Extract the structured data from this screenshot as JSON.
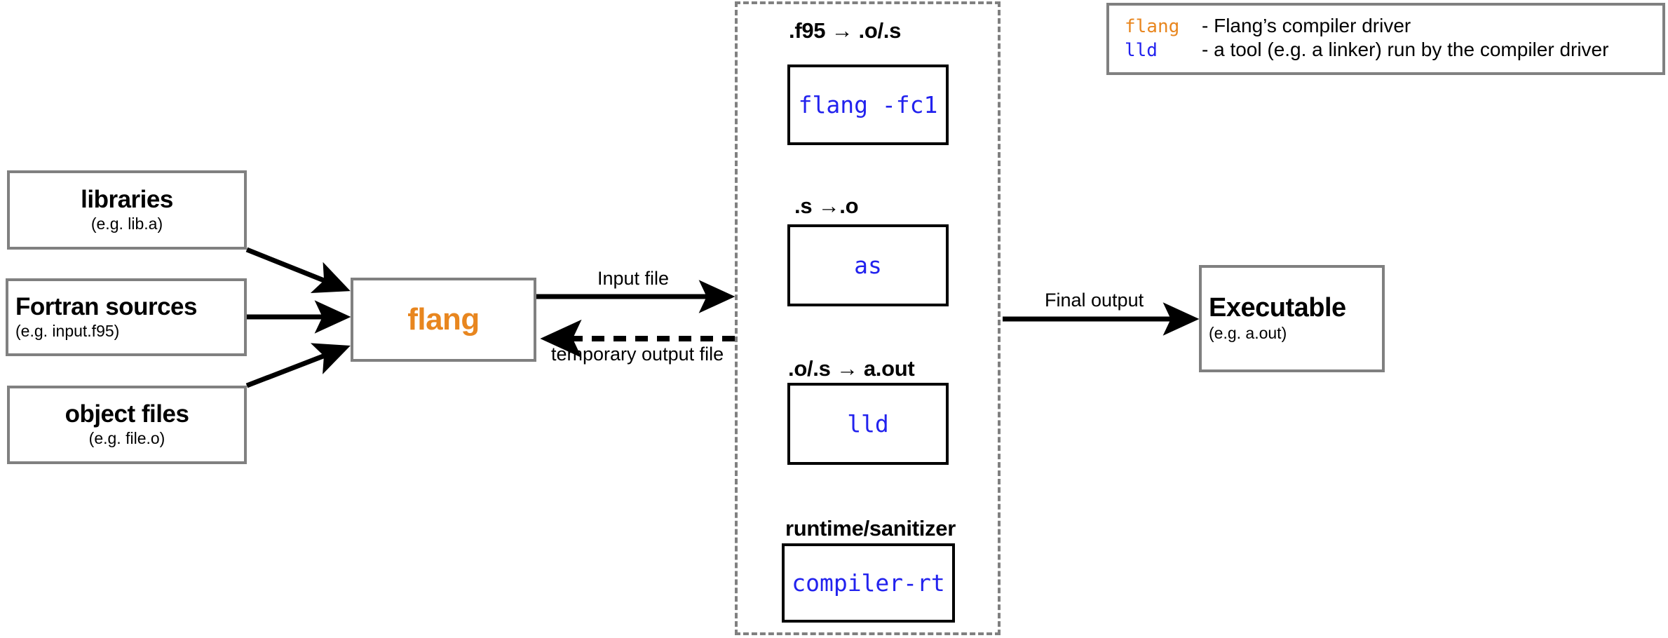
{
  "inputs": [
    {
      "name": "libraries",
      "title": "libraries",
      "sub": "(e.g. lib.a)",
      "align": "center"
    },
    {
      "name": "fortran-sources",
      "title": "Fortran sources",
      "sub": "(e.g. input.f95)",
      "align": "left"
    },
    {
      "name": "object-files",
      "title": "object files",
      "sub": "(e.g. file.o)",
      "align": "center"
    }
  ],
  "driver": {
    "label": "flang"
  },
  "stages": [
    {
      "title": ".f95 → .o/.s",
      "tool": "flang -fc1",
      "tool_name": "flang-fc1"
    },
    {
      "title": ".s →.o",
      "tool": "as",
      "tool_name": "as"
    },
    {
      "title": ".o/.s → a.out",
      "tool": "lld",
      "tool_name": "lld"
    },
    {
      "title": "runtime/sanitizer",
      "tool": "compiler-rt",
      "tool_name": "compiler-rt"
    }
  ],
  "edges": {
    "input_file": "Input file",
    "temporary_output_file": "temporary output file",
    "final_output": "Final output"
  },
  "output": {
    "title": "Executable",
    "sub": "(e.g. a.out)"
  },
  "legend": [
    {
      "key": "flang",
      "key_color": "orange",
      "desc": "- Flang’s compiler driver"
    },
    {
      "key": "lld",
      "key_color": "blue",
      "desc": "- a tool (e.g. a linker) run by the compiler driver"
    }
  ],
  "colors": {
    "driver_orange": "#E8861F",
    "tool_blue": "#2222EE",
    "box_border_gray": "#808080",
    "tool_border_black": "#000000"
  }
}
